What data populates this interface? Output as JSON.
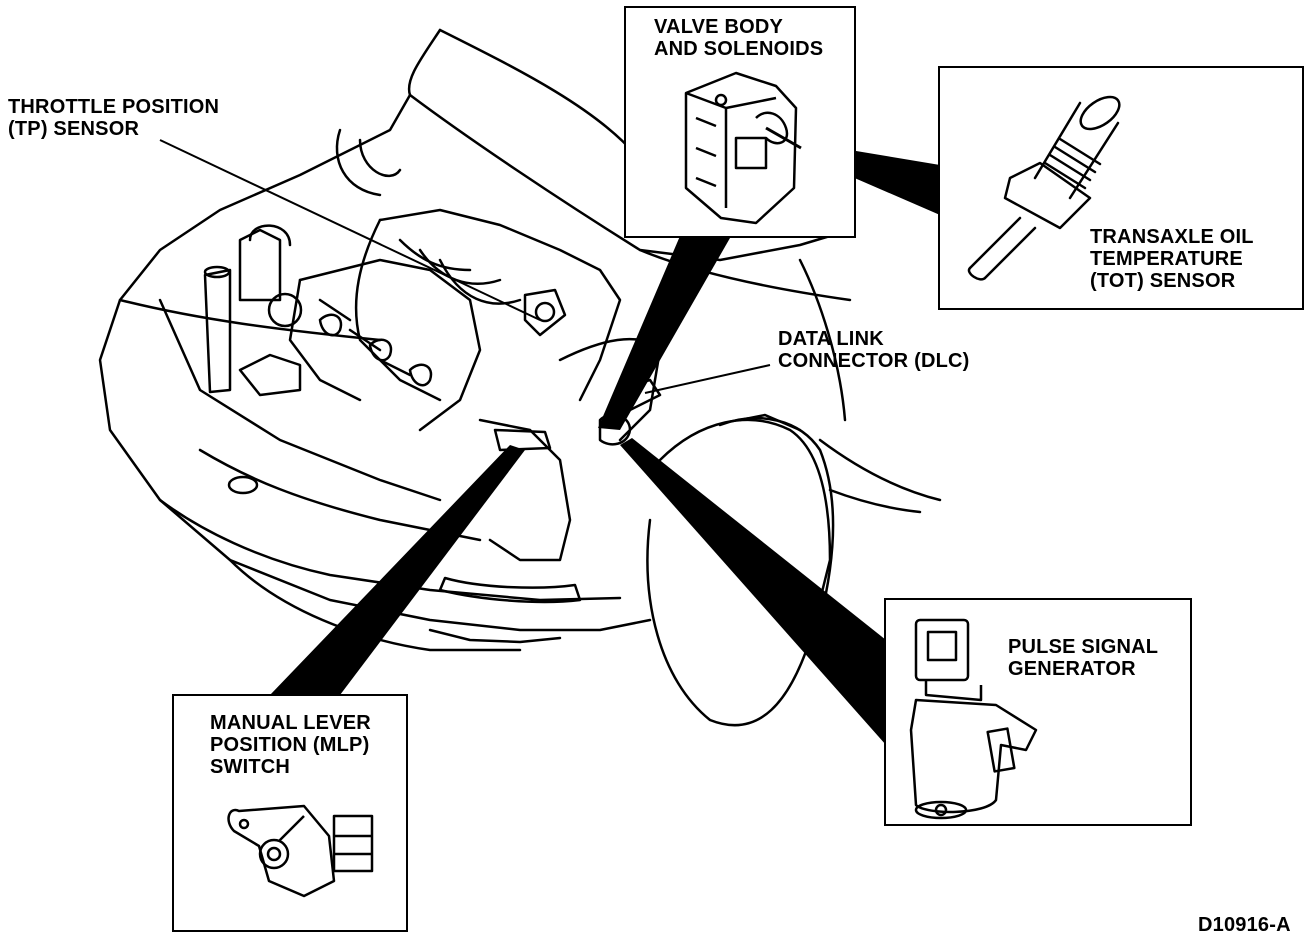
{
  "labels": {
    "tp_sensor": "THROTTLE POSITION\n(TP) SENSOR",
    "valve_body": "VALVE BODY\nAND SOLENOIDS",
    "tot_sensor": "TRANSAXLE OIL\nTEMPERATURE\n(TOT) SENSOR",
    "dlc": "DATA LINK\nCONNECTOR (DLC)",
    "psg": "PULSE SIGNAL\nGENERATOR",
    "mlp": "MANUAL LEVER\nPOSITION (MLP)\nSWITCH",
    "figure_id": "D10916-A"
  },
  "colors": {
    "ink": "#000000",
    "paper": "#ffffff"
  }
}
